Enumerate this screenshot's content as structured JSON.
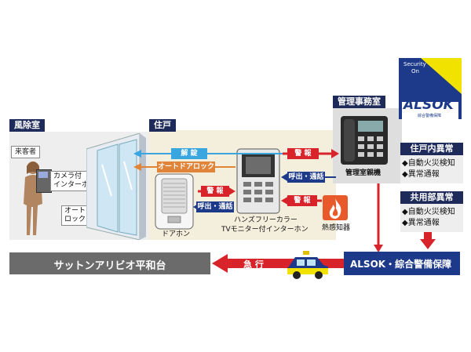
{
  "rooms": {
    "windbreak": "風除室",
    "dwelling": "住戸",
    "management": "管理事務室"
  },
  "devices": {
    "visitor": "来客者",
    "camera_intercom": "カメラ付\nインターホン",
    "autolock": "オートドア\nロック",
    "door_phone": "ドアホン",
    "handsfree_line1": "ハンズフリーカラー",
    "handsfree_line2": "TVモニター付インターホン",
    "heat_detector": "熱感知器",
    "management_master": "管理室親機"
  },
  "signals": {
    "unlock": "解 錠",
    "autolock": "オートドアロック",
    "alarm": "警 報",
    "call": "呼出・通話",
    "emergency": "急 行"
  },
  "alsok": {
    "logo_top": "Security",
    "logo_on": "On",
    "logo_brand": "ALSOK",
    "logo_sub": "綜合警備保障",
    "banner": "ALSOK・綜合警備保障"
  },
  "dwelling_panel": {
    "title": "住戸内異常",
    "items": [
      "◆自動火災検知",
      "◆異常通報"
    ]
  },
  "common_panel": {
    "title": "共用部異常",
    "items": [
      "◆自動火災検知",
      "◆異常通報"
    ]
  },
  "building": "サットンアリビオ平和台",
  "colors": {
    "navy": "#1d2a5a",
    "red": "#d8232a",
    "light_blue": "#3aa6e0",
    "orange": "#e0843a",
    "alsok_yellow": "#f2e200",
    "alsok_blue": "#1d3a8a"
  }
}
